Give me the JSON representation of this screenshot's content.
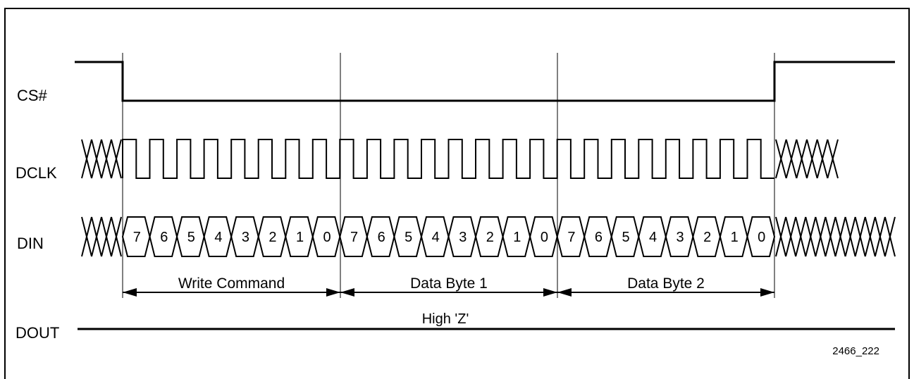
{
  "signals": {
    "cs": "CS#",
    "dclk": "DCLK",
    "din": "DIN",
    "dout": "DOUT"
  },
  "din_bits": [
    "7",
    "6",
    "5",
    "4",
    "3",
    "2",
    "1",
    "0"
  ],
  "bytes_per_transfer": 3,
  "spans": [
    {
      "label": "Write Command"
    },
    {
      "label": "Data Byte 1"
    },
    {
      "label": "Data Byte 2"
    }
  ],
  "dout_state": "High 'Z'",
  "figure_id": "2466_222",
  "colors": {
    "line": "#000000",
    "background": "#ffffff"
  }
}
